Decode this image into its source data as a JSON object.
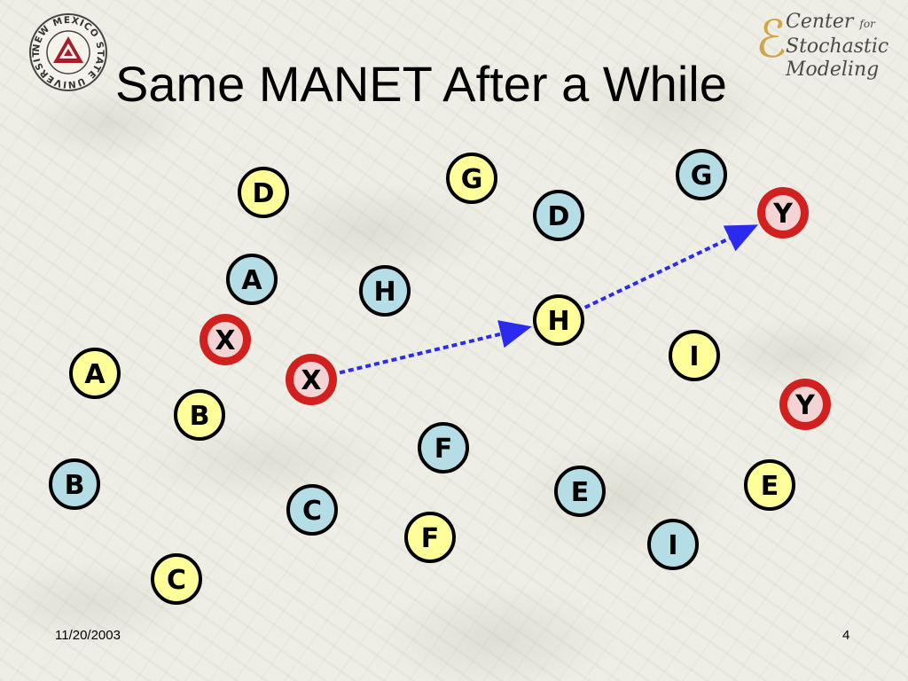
{
  "slide": {
    "title": "Same MANET After a While",
    "date": "11/20/2003",
    "page_number": "4"
  },
  "logos": {
    "left": {
      "ring_text": "NEW MEXICO STATE UNIVERSITY"
    },
    "right": {
      "line1": "Center",
      "line1_small": "for",
      "line2": "Stochastic",
      "line3": "Modeling"
    }
  },
  "colors": {
    "yellow_node": "#ffff99",
    "blue_node": "#b4dde6",
    "red_node": "#d2201e",
    "red_node_inner": "#f3d3d3",
    "arrow": "#2b2bf0",
    "title": "#000000"
  },
  "nodes": [
    {
      "label": "D",
      "style": "yellow"
    },
    {
      "label": "G",
      "style": "yellow"
    },
    {
      "label": "G",
      "style": "blue"
    },
    {
      "label": "D",
      "style": "blue"
    },
    {
      "label": "Y",
      "style": "red"
    },
    {
      "label": "A",
      "style": "blue"
    },
    {
      "label": "H",
      "style": "blue"
    },
    {
      "label": "H",
      "style": "yellow"
    },
    {
      "label": "X",
      "style": "red"
    },
    {
      "label": "X",
      "style": "red"
    },
    {
      "label": "A",
      "style": "yellow"
    },
    {
      "label": "I",
      "style": "yellow"
    },
    {
      "label": "B",
      "style": "yellow"
    },
    {
      "label": "Y",
      "style": "red"
    },
    {
      "label": "F",
      "style": "blue"
    },
    {
      "label": "B",
      "style": "blue"
    },
    {
      "label": "E",
      "style": "blue"
    },
    {
      "label": "E",
      "style": "yellow"
    },
    {
      "label": "C",
      "style": "blue"
    },
    {
      "label": "F",
      "style": "yellow"
    },
    {
      "label": "I",
      "style": "blue"
    },
    {
      "label": "C",
      "style": "yellow"
    }
  ],
  "edges": [
    {
      "from": 9,
      "to": 7,
      "style": "dotted-arrow"
    },
    {
      "from": 7,
      "to": 4,
      "style": "dotted-arrow"
    }
  ]
}
